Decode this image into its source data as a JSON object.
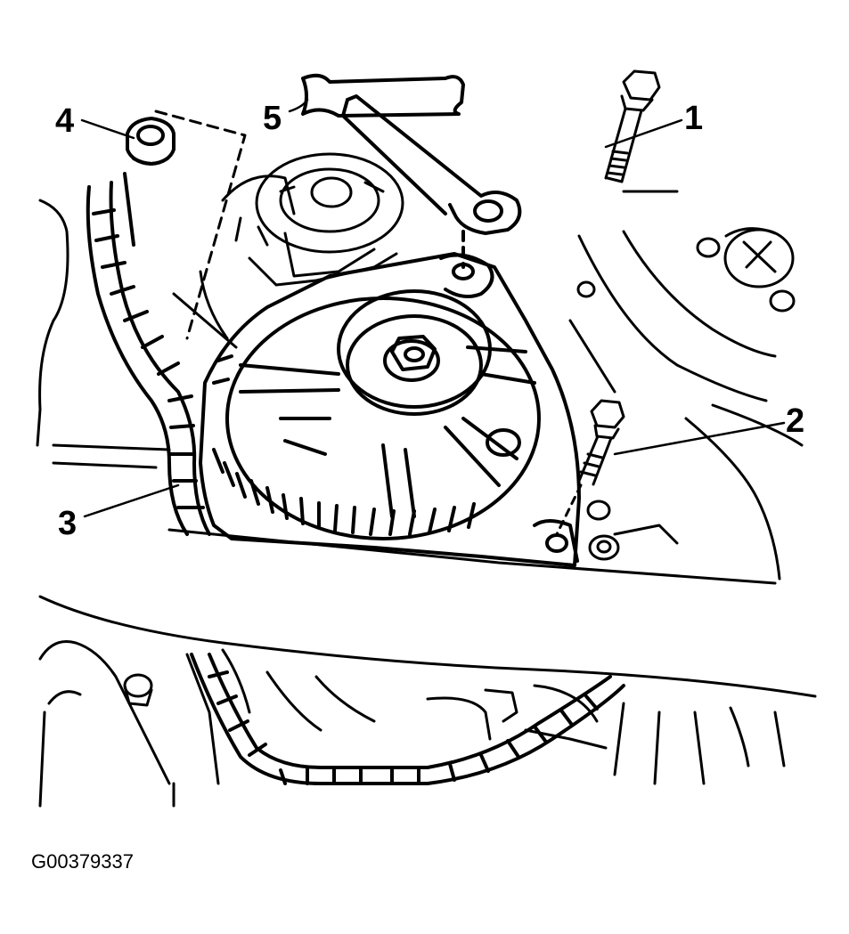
{
  "figure_code": "G00379337",
  "callouts": [
    {
      "label": "1",
      "name": "bolt-upper"
    },
    {
      "label": "2",
      "name": "bolt-lower"
    },
    {
      "label": "3",
      "name": "wiring-harness"
    },
    {
      "label": "4",
      "name": "nut"
    },
    {
      "label": "5",
      "name": "brace"
    }
  ],
  "colors": {
    "ink": "#000000",
    "background": "#ffffff"
  }
}
